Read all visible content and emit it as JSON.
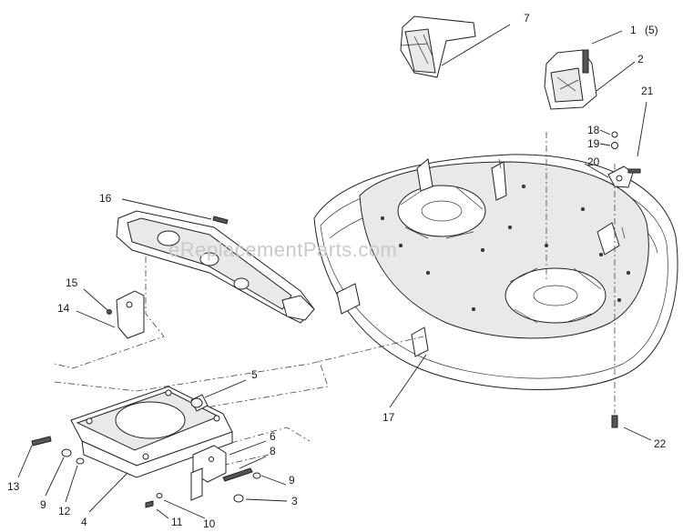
{
  "watermark": "eReplacementParts.com",
  "callouts": {
    "c7": "7",
    "c1": "1",
    "c1qty": "(5)",
    "c2": "2",
    "c21": "21",
    "c18": "18",
    "c19": "19",
    "c20": "20",
    "c16": "16",
    "c15": "15",
    "c14": "14",
    "c5": "5",
    "c17": "17",
    "c22": "22",
    "c6": "6",
    "c8": "8",
    "c9a": "9",
    "c3": "3",
    "c13": "13",
    "c9b": "9",
    "c12": "12",
    "c4": "4",
    "c11": "11",
    "c10": "10"
  }
}
